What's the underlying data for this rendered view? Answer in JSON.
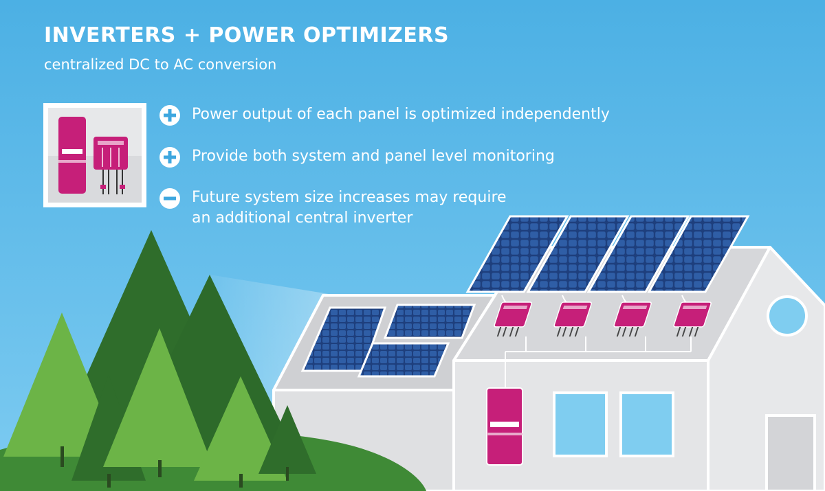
{
  "header": {
    "title": "INVERTERS + POWER OPTIMIZERS",
    "subtitle": "centralized DC to AC conversion"
  },
  "features": [
    {
      "sign": "plus",
      "line1": "Power output of each panel is optimized independently",
      "line2": ""
    },
    {
      "sign": "plus",
      "line1": "Provide both system and panel level monitoring",
      "line2": ""
    },
    {
      "sign": "minus",
      "line1": "Future system size increases may require",
      "line2": "an additional central inverter"
    }
  ],
  "colors": {
    "sky_top": "#4fb2e6",
    "sky_bottom": "#7ccbf1",
    "device": "#c61f79",
    "panel": "#1e3f7d",
    "house": "#e3e4e6",
    "tree_light": "#6cb447",
    "tree_dark": "#2f6d2b",
    "hill": "#3f8a36"
  }
}
